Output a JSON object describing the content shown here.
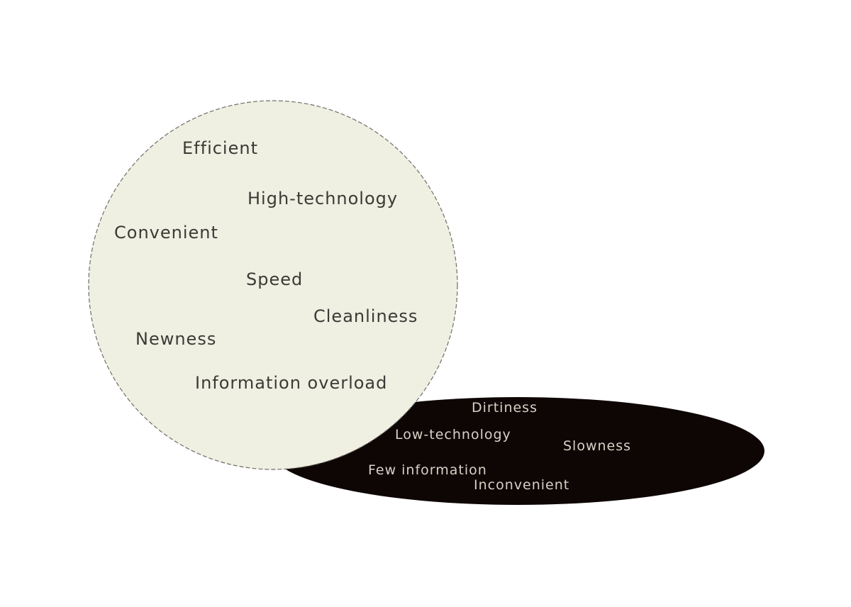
{
  "colors": {
    "background": "#ffffff",
    "light_circle_fill": "#efefe2",
    "light_circle_outline": "#6e6e66",
    "dark_ellipse_fill": "#0e0605",
    "light_text": "#3b3b36",
    "dark_text": "#d6d2c6"
  },
  "light_circle": {
    "words": [
      "Efficient",
      "High-technology",
      "Convenient",
      "Speed",
      "Cleanliness",
      "Newness",
      "Information overload"
    ]
  },
  "dark_ellipse": {
    "words": [
      "Dirtiness",
      "Low-technology",
      "Slowness",
      "Few information",
      "Inconvenient"
    ]
  }
}
